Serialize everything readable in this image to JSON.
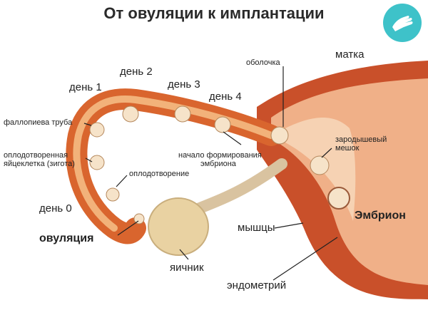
{
  "title": "От овуляции к имплантации",
  "labels": {
    "day1": "день 1",
    "day2": "день 2",
    "day3": "день 3",
    "day4": "день 4",
    "day0": "день 0",
    "fallopian_tube": "фаллопиева труба",
    "zygote_line1": "оплодотворенная",
    "zygote_line2": "яйцеклетка (зигота)",
    "fertilization": "оплодотворение",
    "ovulation": "овуляция",
    "ovary": "яичник",
    "embryo_start_line1": "начало формирования",
    "embryo_start_line2": "эмбриона",
    "membrane": "оболочка",
    "uterus": "матка",
    "yolk_sac_line1": "зародышевый",
    "yolk_sac_line2": "мешок",
    "embryo": "Эмбрион",
    "muscles": "мышцы",
    "endometrium": "эндометрий"
  },
  "colors": {
    "tube": "#d9652e",
    "tube_inner": "#f2b27a",
    "uterus_wall": "#c9502a",
    "ovary": "#e9d2a2",
    "badge": "#3ec2c9"
  },
  "icons": {
    "badge": "hands-icon"
  }
}
